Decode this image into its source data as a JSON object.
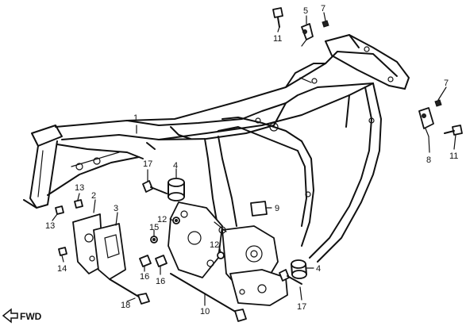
{
  "labels": {
    "frame": "1",
    "plate_left": "2",
    "plate_right": "3",
    "cushion_top": "4",
    "cushion_bottom": "4",
    "clip_top": "5",
    "clip_right": "8",
    "nut_top": "7",
    "nut_right": "7",
    "collar": "9",
    "bolt_long": "10",
    "bolt_top": "11",
    "bolt_right": "11",
    "nut_12a": "12",
    "nut_12b": "12",
    "nut_13a": "13",
    "nut_13b": "13",
    "nut_14": "14",
    "washer_15": "15",
    "nut_16a": "16",
    "nut_16b": "16",
    "bolt_17a": "17",
    "bolt_17b": "17",
    "bolt_18": "18"
  },
  "direction": {
    "label": "FWD"
  }
}
